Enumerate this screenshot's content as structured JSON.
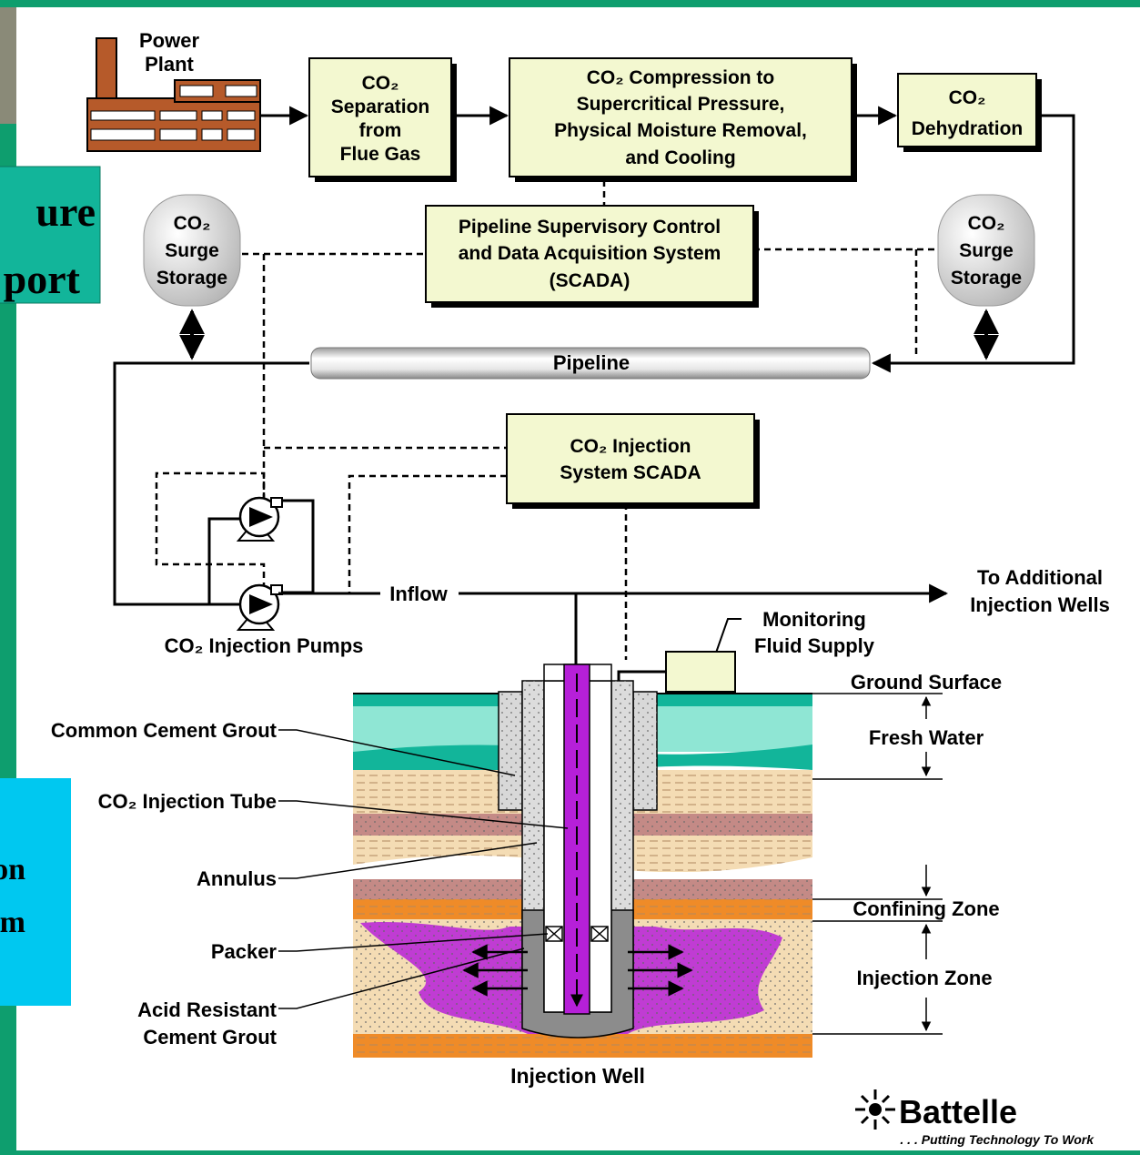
{
  "colors": {
    "frame": "#0e9e6e",
    "panel": "#ffffff",
    "box_fill": "#f3f8d0",
    "teal_callout": "#12b59a",
    "cyan_callout": "#00c8f0",
    "purple": "#b620d8",
    "sand": "#f4dcb4",
    "brown": "#c48a86",
    "orange": "#ef8b28",
    "fresh_water": "#8fe6d4"
  },
  "left_callouts": {
    "top_line1": "ure",
    "top_line2": "port",
    "bottom_line1": "on",
    "bottom_line2": "m"
  },
  "power_plant": {
    "line1": "Power",
    "line2": "Plant"
  },
  "boxes": {
    "separation": [
      "CO₂",
      "Separation",
      "from",
      "Flue Gas"
    ],
    "compression": [
      "CO₂ Compression to",
      "Supercritical Pressure,",
      "Physical Moisture Removal,",
      "and Cooling"
    ],
    "dehydration": [
      "CO₂",
      "Dehydration"
    ],
    "pipeline_scada": [
      "Pipeline Supervisory Control",
      "and Data Acquisition System",
      "(SCADA)"
    ],
    "injection_scada": [
      "CO₂  Injection",
      "System SCADA"
    ]
  },
  "surge_storage_left": [
    "CO₂",
    "Surge",
    "Storage"
  ],
  "surge_storage_right": [
    "CO₂",
    "Surge",
    "Storage"
  ],
  "pipeline_label": "Pipeline",
  "inflow_label": "Inflow",
  "to_additional": [
    "To Additional",
    "Injection Wells"
  ],
  "pumps_label": "CO₂ Injection Pumps",
  "monitoring": [
    "Monitoring",
    "Fluid Supply"
  ],
  "left_labels": {
    "common_cement": "Common Cement Grout",
    "injection_tube": "CO₂ Injection Tube",
    "annulus": "Annulus",
    "packer": "Packer",
    "acid_resistant": [
      "Acid Resistant",
      "Cement Grout"
    ]
  },
  "right_labels": {
    "ground_surface": "Ground Surface",
    "fresh_water": "Fresh Water",
    "confining_zone": "Confining Zone",
    "injection_zone": "Injection Zone"
  },
  "well_label": "Injection Well",
  "logo": {
    "name": "Battelle",
    "tagline": ". . . Putting Technology To Work"
  }
}
